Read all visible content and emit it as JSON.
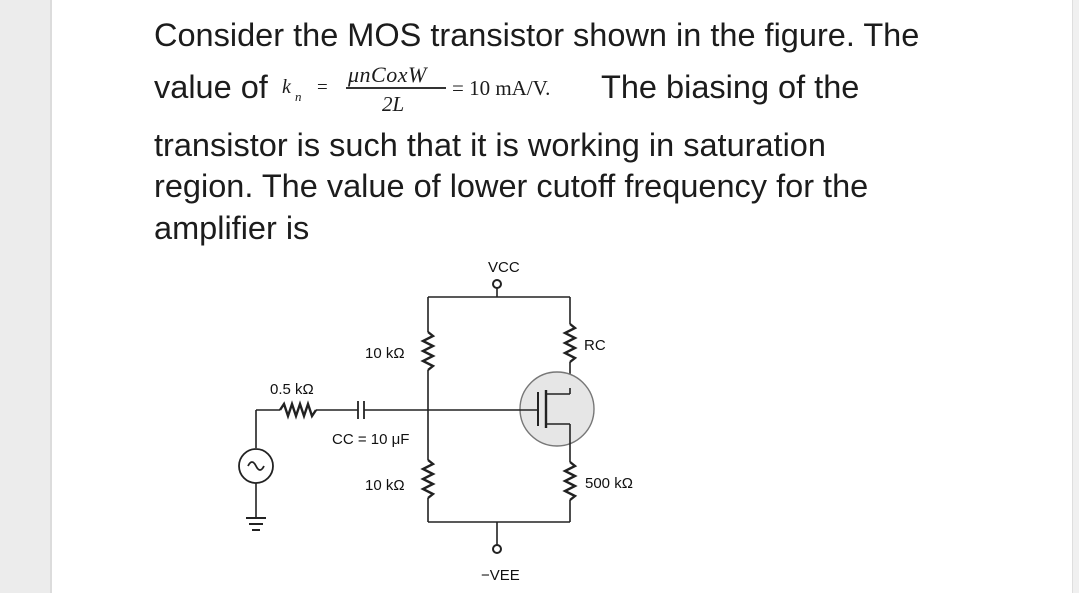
{
  "question": {
    "line1": "Consider the MOS transistor shown in the figure. The",
    "line2_before": "value of",
    "kn_symbol": "k",
    "kn_subscript": "n",
    "equals": "=",
    "formula_numerator": "μnCoxW",
    "formula_denominator": "2L",
    "formula_value": "= 10 mA/V.",
    "line2_after": "The biasing of the",
    "line3": "transistor is such that it is working in saturation",
    "line4": "region. The value of lower cutoff frequency for the",
    "line5": "amplifier is"
  },
  "circuit": {
    "vcc_label": "VCC",
    "vee_label": "−VEE",
    "r_source_label": "0.5 kΩ",
    "r_top_bias_label": "10 kΩ",
    "r_bottom_bias_label": "10 kΩ",
    "coupling_cap_label": "CC = 10 μF",
    "rc_label": "RC",
    "r_source_degen_label": "500 kΩ"
  }
}
